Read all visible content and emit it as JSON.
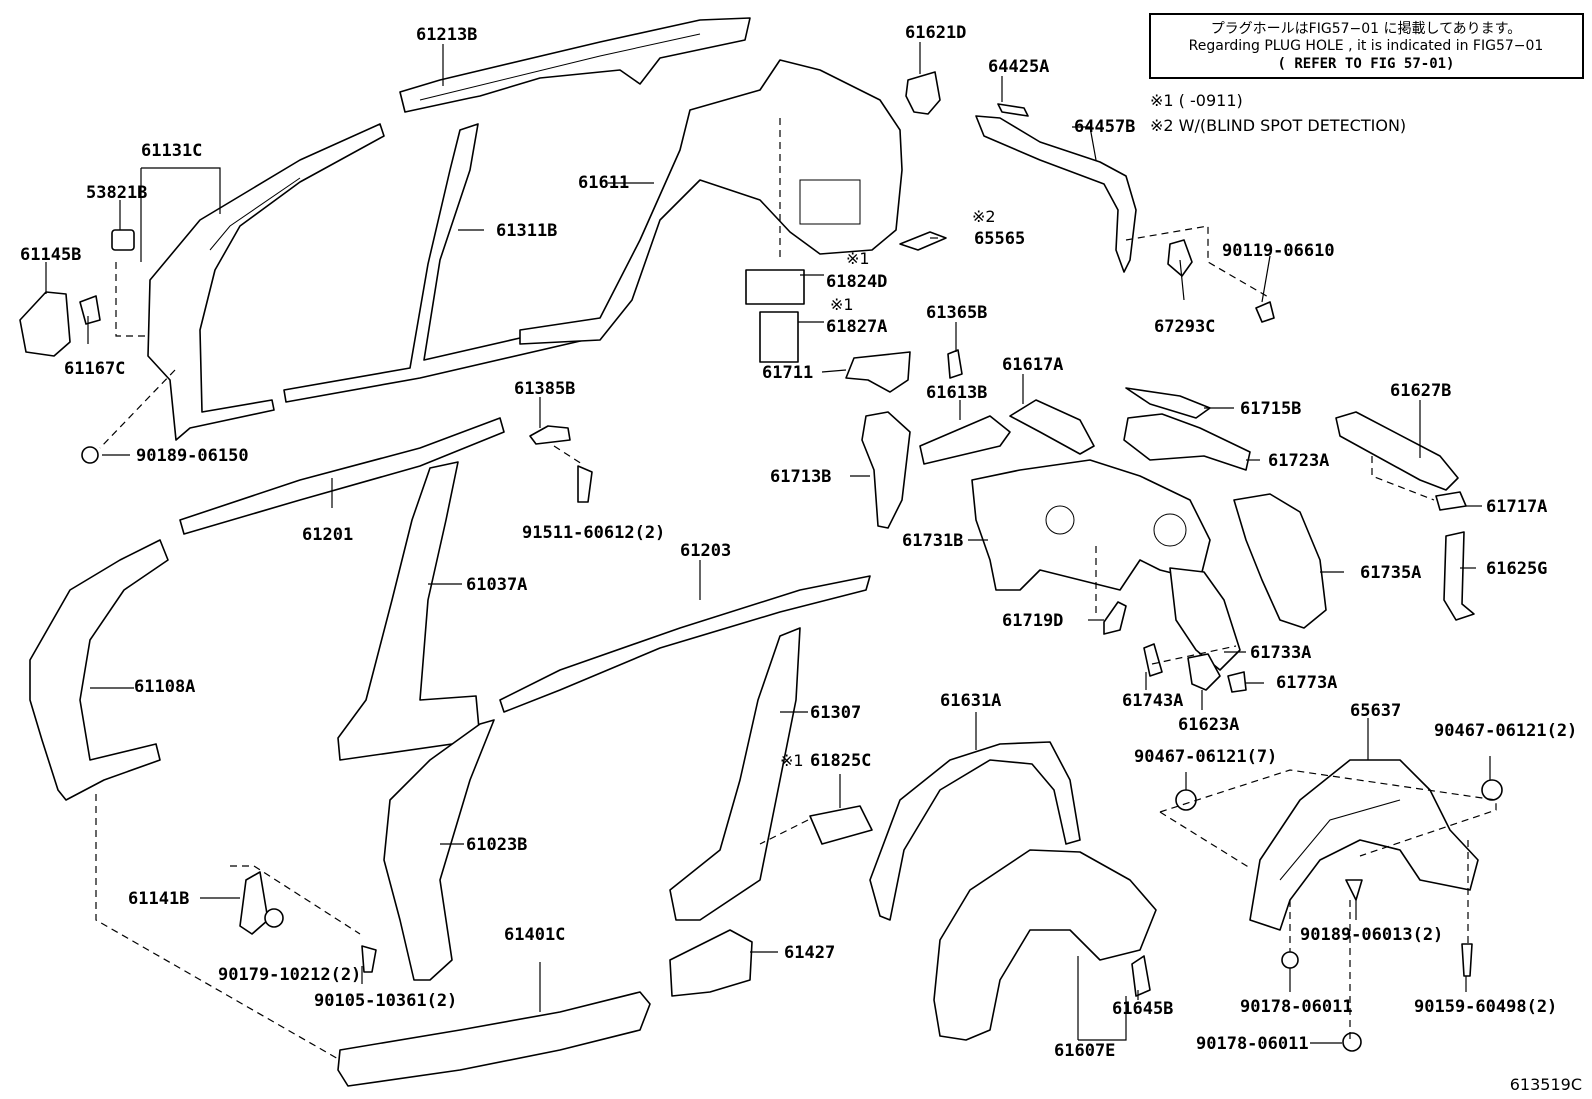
{
  "diagram_id": "613519C",
  "notes": {
    "box_line1": "プラグホールはFIG57−01 に掲載してあります。",
    "box_line2": "Regarding PLUG HOLE , it is indicated in FIG57−01",
    "box_line3": "( REFER TO FIG 57-01)",
    "note1": "※1 (      -0911)",
    "note2": "※2 W/(BLIND SPOT DETECTION)"
  },
  "marks": {
    "m1": "※1",
    "m2": "※2"
  },
  "labels": {
    "p61213B": "61213B",
    "p61621D": "61621D",
    "p64425A": "64425A",
    "p64457B": "64457B",
    "p61131C": "61131C",
    "p53821B": "53821B",
    "p61145B": "61145B",
    "p61167C": "61167C",
    "p61311B": "61311B",
    "p61611": "61611",
    "p65565": "65565",
    "p61824D": "61824D",
    "p61827A": "61827A",
    "p90119_06610": "90119-06610",
    "p67293C": "67293C",
    "p90189_06150": "90189-06150",
    "p61385B": "61385B",
    "p61365B": "61365B",
    "p61711": "61711",
    "p61617A": "61617A",
    "p61613B": "61613B",
    "p61715B": "61715B",
    "p61627B": "61627B",
    "p61713B": "61713B",
    "p61723A": "61723A",
    "p61717A": "61717A",
    "p61201": "61201",
    "p91511_60612": "91511-60612(2)",
    "p61731B": "61731B",
    "p61203": "61203",
    "p61037A": "61037A",
    "p61735A": "61735A",
    "p61625G": "61625G",
    "p61719D": "61719D",
    "p61108A": "61108A",
    "p61733A": "61733A",
    "p61743A": "61743A",
    "p61773A": "61773A",
    "p61623A": "61623A",
    "p61631A": "61631A",
    "p65637": "65637",
    "p61307": "61307",
    "p90467_06121_7": "90467-06121(7)",
    "p90467_06121_2": "90467-06121(2)",
    "p61825C": "61825C",
    "p61023B": "61023B",
    "p61141B": "61141B",
    "p90189_06013": "90189-06013(2)",
    "p61401C": "61401C",
    "p61427": "61427",
    "p90179_10212": "90179-10212(2)",
    "p90105_10361": "90105-10361(2)",
    "p61645B": "61645B",
    "p90178_06011a": "90178-06011",
    "p90159_60498": "90159-60498(2)",
    "p61607E": "61607E",
    "p90178_06011b": "90178-06011"
  }
}
